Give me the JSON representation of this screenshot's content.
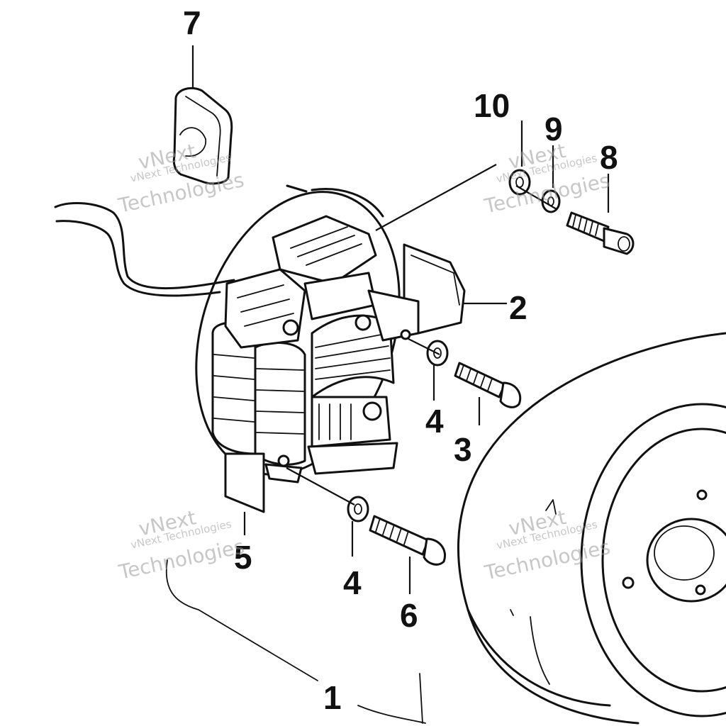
{
  "callouts": {
    "c1": "1",
    "c2": "2",
    "c3": "3",
    "c4a": "4",
    "c4b": "4",
    "c5": "5",
    "c6": "6",
    "c7": "7",
    "c8": "8",
    "c9": "9",
    "c10": "10"
  },
  "watermarks": {
    "brand_big": "vNext",
    "brand_line": "vNext Technologies",
    "brand_tech": "Technologies"
  },
  "colors": {
    "ink": "#111111",
    "watermark": "#9a9a9a",
    "background": "#ffffff"
  }
}
